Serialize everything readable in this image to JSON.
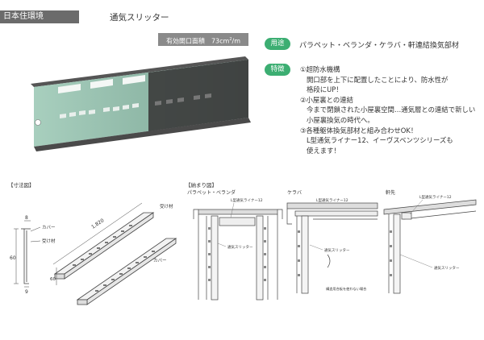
{
  "header": {
    "brand": "日本住環境",
    "product_title": "通気スリッター",
    "area_badge_prefix": "有効開口面積　73cm",
    "area_badge_sup": "2",
    "area_badge_suffix": "/m"
  },
  "usage": {
    "label": "用途",
    "text": "パラペット・ベランダ・ケラバ・軒連結換気部材"
  },
  "features": {
    "label": "特徴",
    "lines": [
      "①超防水機構",
      "開口部を上下に配置したことにより、防水性が",
      "格段にUP！",
      "②小屋裏との連結",
      "今まで閉鎖された小屋裏空間…通気層との連結で新しい",
      "小屋裏換気の時代へ。",
      "③各種躯体換気部材と組み合わせOK！",
      "L型通気ライナー12、イーヴスベンツシリーズも",
      "使えます！"
    ]
  },
  "dimension_drawing": {
    "title": "【寸法図】",
    "dim_8": "8",
    "dim_60": "60",
    "dim_9": "9",
    "dim_60b": "60",
    "dim_1820": "1,820",
    "label_cover": "カバー",
    "label_receiver": "受け材",
    "label_receiver2": "受け材",
    "label_cover2": "カバー"
  },
  "detail_drawing": {
    "title": "【納まり図】",
    "sections": [
      {
        "name": "パラペット・ベランダ",
        "liner": "L型通気ライナー12",
        "slitter": "通気スリッター",
        "note": ""
      },
      {
        "name": "ケラバ",
        "liner": "L型通気ライナー12",
        "slitter": "通気スリッター",
        "note": "構造用合板を使わない場合"
      },
      {
        "name": "軒先",
        "liner": "L型通気ライナー12",
        "slitter": "通気スリッター",
        "note": ""
      }
    ]
  },
  "colors": {
    "accent_green": "#3cae72",
    "header_gray": "#6b6b6b",
    "badge_gray": "#8a8a8a",
    "product_green": "#9cc2b2",
    "product_dark": "#3a3a3a"
  },
  "icons": [
    "slitter-product-image",
    "dimension-drawing",
    "detail-drawing"
  ]
}
